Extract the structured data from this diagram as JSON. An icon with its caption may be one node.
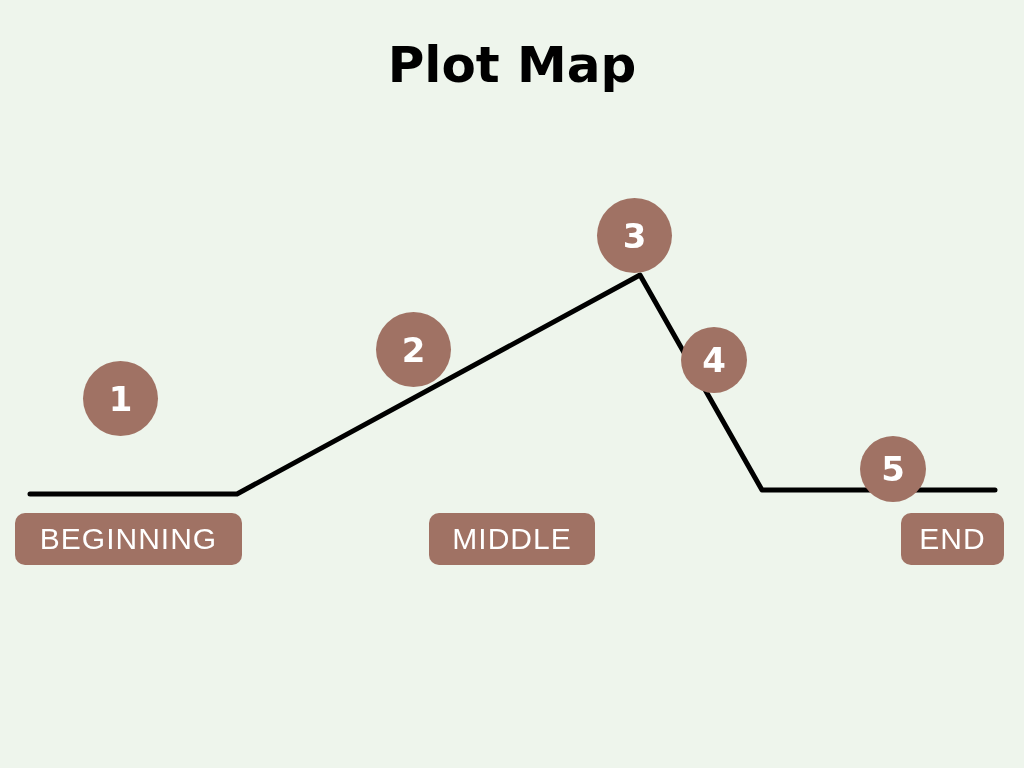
{
  "diagram": {
    "title": "Plot Map",
    "nodes": [
      {
        "text": [
          "1"
        ]
      },
      {
        "text": [
          "2"
        ]
      },
      {
        "text": [
          "3"
        ]
      },
      {
        "text": [
          "4"
        ]
      },
      {
        "text": [
          "5"
        ]
      },
      {
        "text": [
          "BEGINNING"
        ]
      },
      {
        "text": [
          "MIDDLE"
        ]
      },
      {
        "text": [
          "END"
        ]
      }
    ]
  }
}
